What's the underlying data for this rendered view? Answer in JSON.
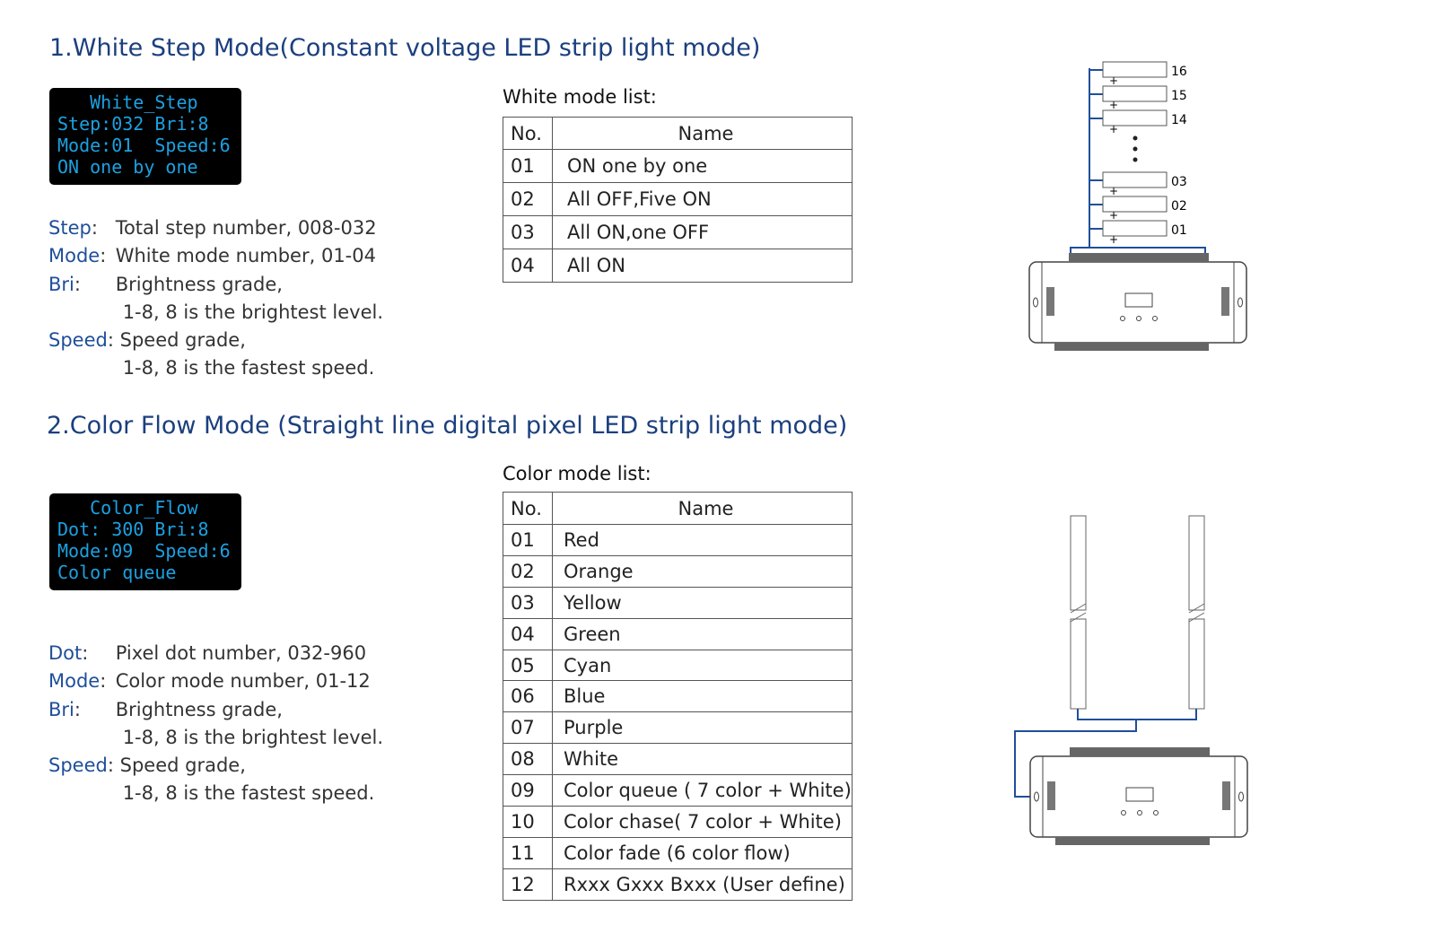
{
  "section1": {
    "title": "1.White Step Mode(Constant voltage LED strip light mode)",
    "display": [
      "   White_Step",
      "Step:032 Bri:8",
      "Mode:01  Speed:6",
      "ON one by one"
    ],
    "desc": [
      {
        "key": "Step",
        "sep": ":",
        "text": "Total step number, 008-032"
      },
      {
        "key": "Mode",
        "sep": ":",
        "text": "White mode number, 01-04"
      },
      {
        "key": "Bri",
        "sep": ":",
        "text": "Brightness grade,"
      },
      {
        "key": "",
        "sep": "",
        "text": "1-8, 8 is the brightest level."
      },
      {
        "key": "Speed",
        "sep": ":",
        "text": "Speed grade,"
      },
      {
        "key": "",
        "sep": "",
        "text": "1-8, 8 is the fastest speed."
      }
    ],
    "list_caption": "White mode list:",
    "headers": [
      "No.",
      "Name"
    ],
    "rows": [
      [
        "01",
        "ON one by one"
      ],
      [
        "02",
        "All OFF,Five ON"
      ],
      [
        "03",
        "All ON,one OFF"
      ],
      [
        "04",
        "All ON"
      ]
    ],
    "diagram_labels": [
      "16",
      "15",
      "14",
      "03",
      "02",
      "01"
    ]
  },
  "section2": {
    "title": "2.Color Flow Mode (Straight line digital pixel LED strip light mode)",
    "display": [
      "   Color_Flow",
      "Dot: 300 Bri:8",
      "Mode:09  Speed:6",
      "Color queue"
    ],
    "desc": [
      {
        "key": "Dot",
        "sep": ":",
        "text": "Pixel dot number, 032-960"
      },
      {
        "key": "Mode",
        "sep": ":",
        "text": "Color mode number, 01-12"
      },
      {
        "key": "Bri",
        "sep": ":",
        "text": "Brightness grade,"
      },
      {
        "key": "",
        "sep": "",
        "text": "1-8, 8 is the brightest level."
      },
      {
        "key": "Speed",
        "sep": ":",
        "text": "Speed grade,"
      },
      {
        "key": "",
        "sep": "",
        "text": "1-8, 8 is the fastest speed."
      }
    ],
    "list_caption": "Color mode list:",
    "headers": [
      "No.",
      "Name"
    ],
    "rows": [
      [
        "01",
        "Red"
      ],
      [
        "02",
        "Orange"
      ],
      [
        "03",
        "Yellow"
      ],
      [
        "04",
        "Green"
      ],
      [
        "05",
        "Cyan"
      ],
      [
        "06",
        "Blue"
      ],
      [
        "07",
        "Purple"
      ],
      [
        "08",
        "White"
      ],
      [
        "09",
        "Color queue ( 7 color + White)"
      ],
      [
        "10",
        "Color chase( 7 color + White)"
      ],
      [
        "11",
        "Color fade (6 color flow)"
      ],
      [
        "12",
        "Rxxx Gxxx Bxxx (User define)"
      ]
    ]
  }
}
